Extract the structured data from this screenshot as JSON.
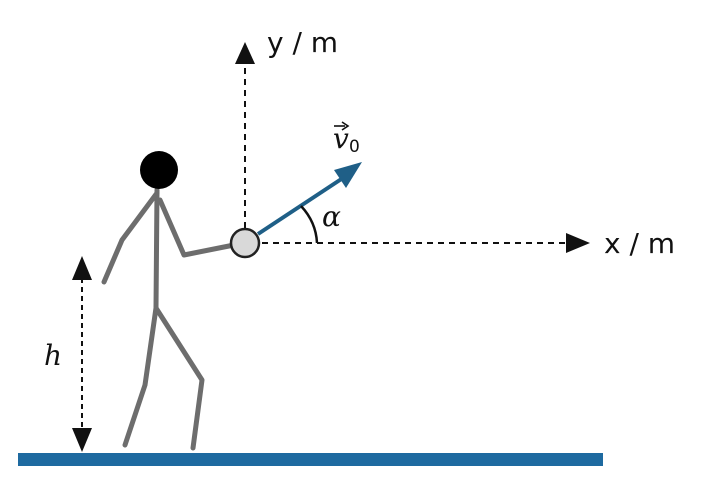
{
  "axes": {
    "y_label": "y / m",
    "x_label": "x / m"
  },
  "labels": {
    "velocity_symbol": "v",
    "velocity_subscript": "0",
    "angle_symbol": "α",
    "height_symbol": "h"
  },
  "colors": {
    "ground": "#1e6aa0",
    "velocity_vector": "#1f5f87",
    "figure": "#6d6d6d",
    "ball_fill": "#d9d9d9",
    "ink": "#111111"
  }
}
